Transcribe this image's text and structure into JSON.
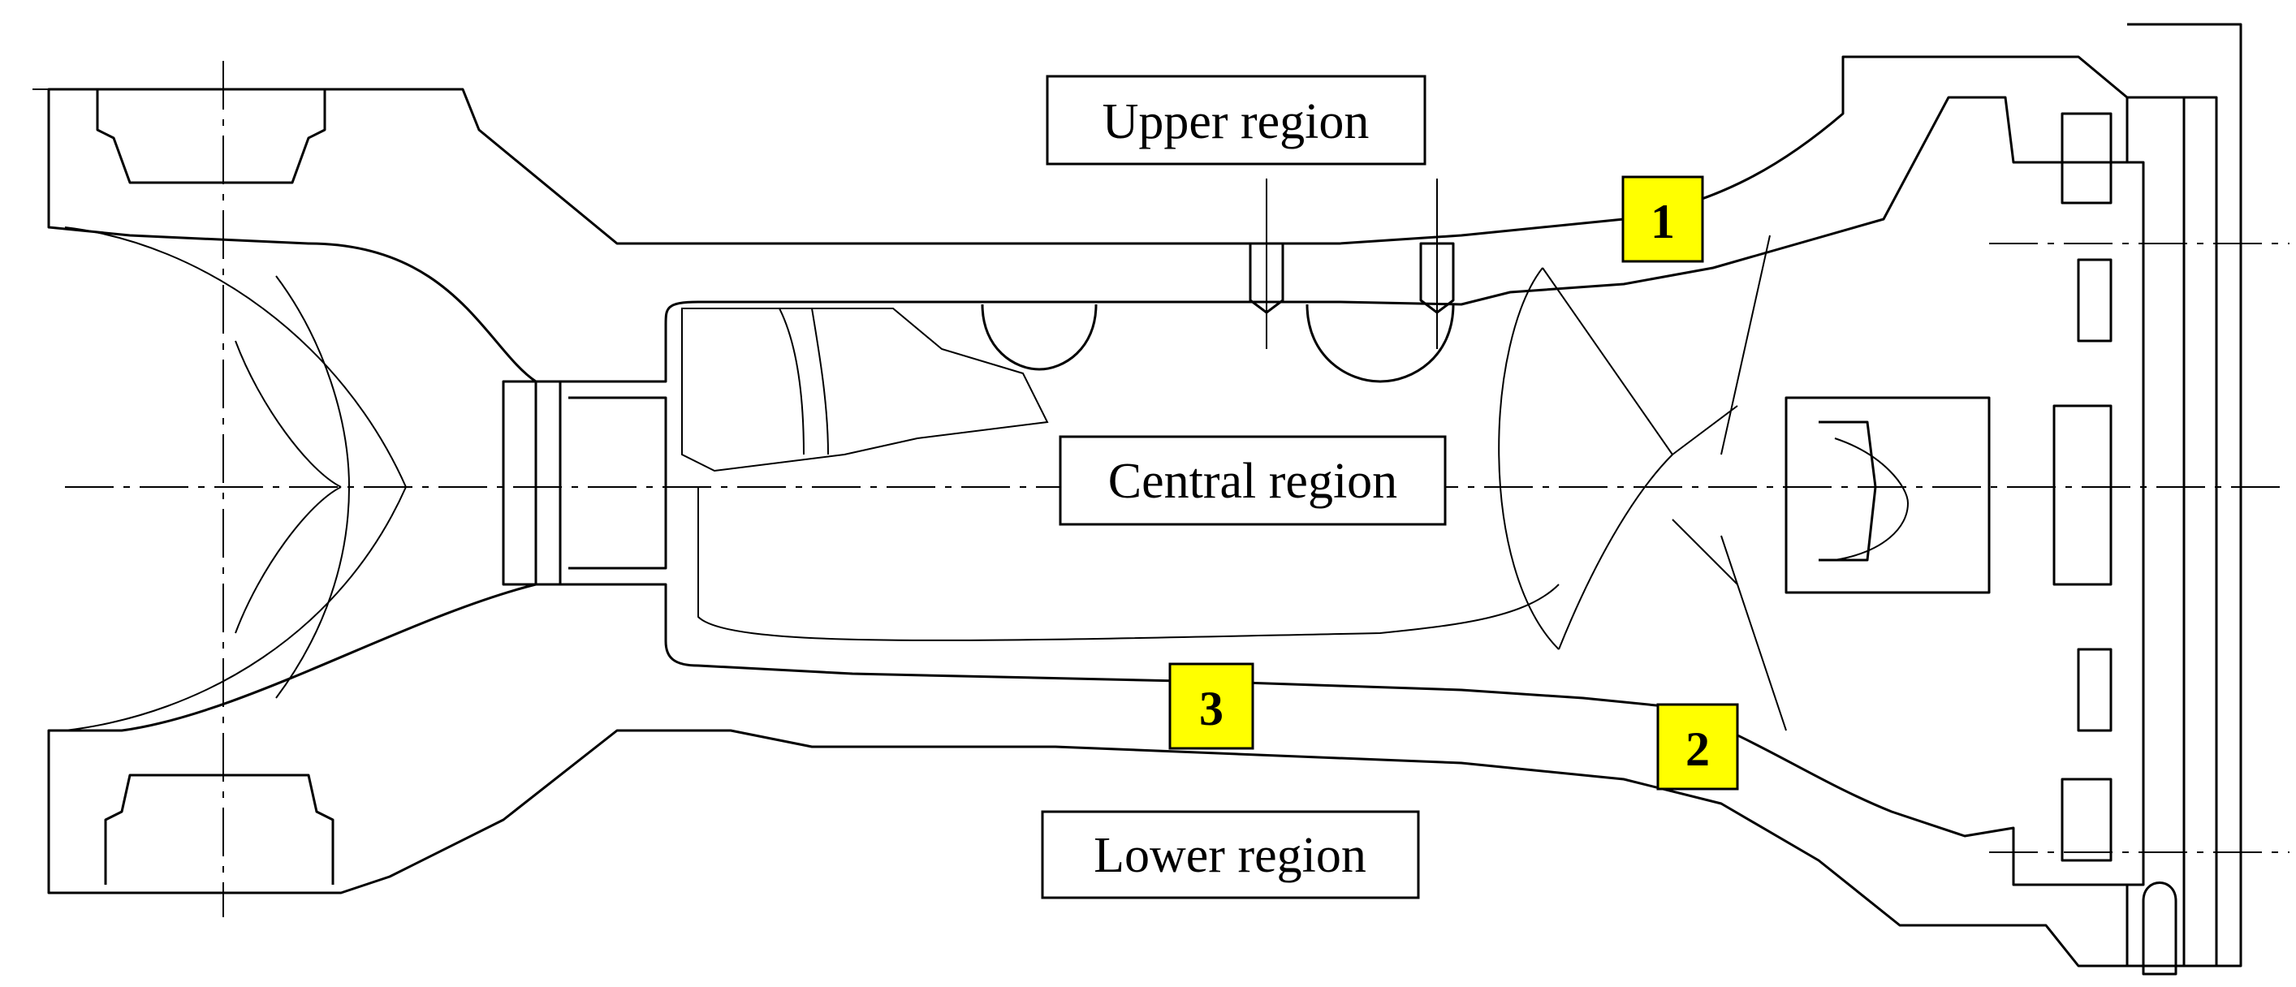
{
  "diagram": {
    "region_labels": {
      "upper": "Upper region",
      "central": "Central region",
      "lower": "Lower region"
    },
    "markers": [
      {
        "id": "1",
        "label": "1"
      },
      {
        "id": "2",
        "label": "2"
      },
      {
        "id": "3",
        "label": "3"
      }
    ],
    "colors": {
      "marker_fill": "#ffff00",
      "line": "#000000",
      "background": "#ffffff"
    }
  }
}
